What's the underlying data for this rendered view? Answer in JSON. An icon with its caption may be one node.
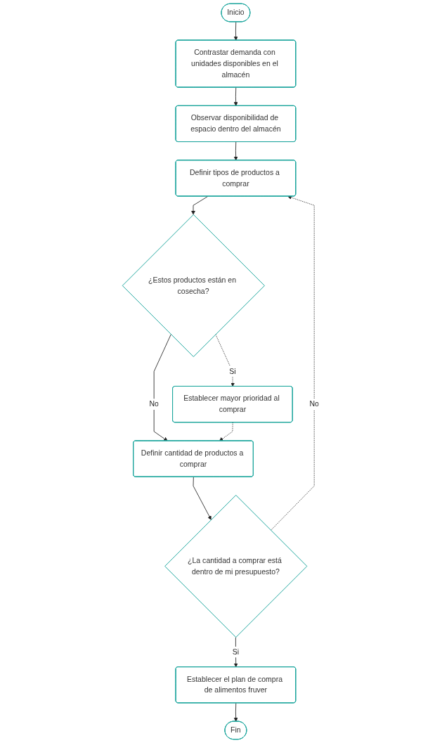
{
  "diagram": {
    "nodes": [
      {
        "text": [
          "Inicio"
        ]
      },
      {
        "text": [
          "Contrastar demanda con unidades disponibles en el almacén"
        ]
      },
      {
        "text": [
          "Observar disponibilidad de espacio dentro del almacén"
        ]
      },
      {
        "text": [
          "Definir tipos de productos a comprar"
        ]
      },
      {
        "text": [
          "¿Estos productos están en cosecha?"
        ]
      },
      {
        "text": [
          "Establecer mayor prioridad al comprar"
        ]
      },
      {
        "text": [
          "Definir cantidad de productos a comprar"
        ]
      },
      {
        "text": [
          "¿La cantidad a comprar está dentro de mi presupuesto?"
        ]
      },
      {
        "text": [
          "Establecer el plan de compra de alimentos fruver"
        ]
      },
      {
        "text": [
          "Fin"
        ]
      }
    ],
    "edges": [
      {
        "from": 0,
        "to": 1,
        "arrow": "to"
      },
      {
        "from": 1,
        "to": 2,
        "arrow": "to"
      },
      {
        "from": 2,
        "to": 3,
        "arrow": "to"
      },
      {
        "from": 3,
        "to": 4,
        "arrow": "to"
      },
      {
        "from": 4,
        "to": 5,
        "arrow": "to",
        "label": "Si",
        "style": "dashed"
      },
      {
        "from": 4,
        "to": 6,
        "arrow": "to",
        "label": "No"
      },
      {
        "from": 5,
        "to": 6,
        "arrow": "to",
        "style": "dashed"
      },
      {
        "from": 6,
        "to": 7,
        "arrow": "to"
      },
      {
        "from": 7,
        "to": 3,
        "arrow": "to",
        "label": "No",
        "style": "dashed"
      },
      {
        "from": 7,
        "to": 8,
        "arrow": "to",
        "label": "Si"
      },
      {
        "from": 8,
        "to": 9,
        "arrow": "to"
      }
    ]
  }
}
